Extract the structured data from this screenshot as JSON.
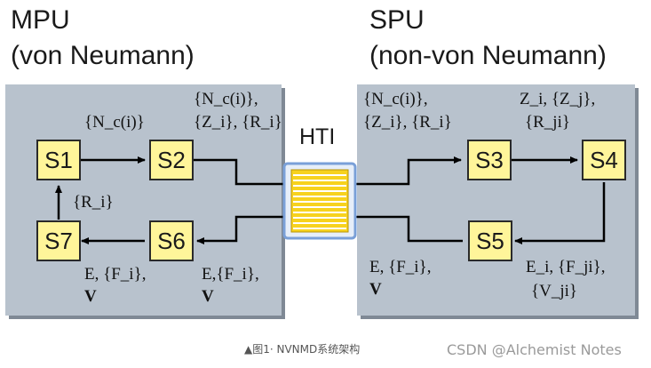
{
  "headings": {
    "mpu_line1": "MPU",
    "mpu_line2": "(von Neumann)",
    "spu_line1": "SPU",
    "spu_line2": "(non-von Neumann)"
  },
  "boxes": {
    "s1": "S1",
    "s2": "S2",
    "s3": "S3",
    "s4": "S4",
    "s5": "S5",
    "s6": "S6",
    "s7": "S7"
  },
  "hti_label": "HTI",
  "annotations": {
    "s1_s2": "{N_c(i)}",
    "s2_top_line1": "{N_c(i)},",
    "s2_top_line2": "{Z_i}, {R_i}",
    "s6_s7": "E, {F_i},",
    "s6_s7_v": "V",
    "s7_s1": "{R_i}",
    "s6_left": "E,{F_i},",
    "s6_left_v": "V",
    "spu_top_left_line1": "{N_c(i)},",
    "spu_top_left_line2": "{Z_i}, {R_i}",
    "s3_s4_line1": "Z_i, {Z_j},",
    "s3_s4_line2": "{R_ji}",
    "s5_left_line1": "E, {F_i},",
    "s5_left_line2": "V",
    "s5_right_line1": "E_i, {F_ji},",
    "s5_right_line2": "{V_ji}"
  },
  "caption": "▲图1· NVNMD系统架构",
  "watermark": "CSDN @Alchemist Notes",
  "colors": {
    "panel": "#b8c2cd",
    "box_fill": "#fff59a",
    "hti_fill": "#f7d21e",
    "hti_frame": "#7aa0d8"
  }
}
